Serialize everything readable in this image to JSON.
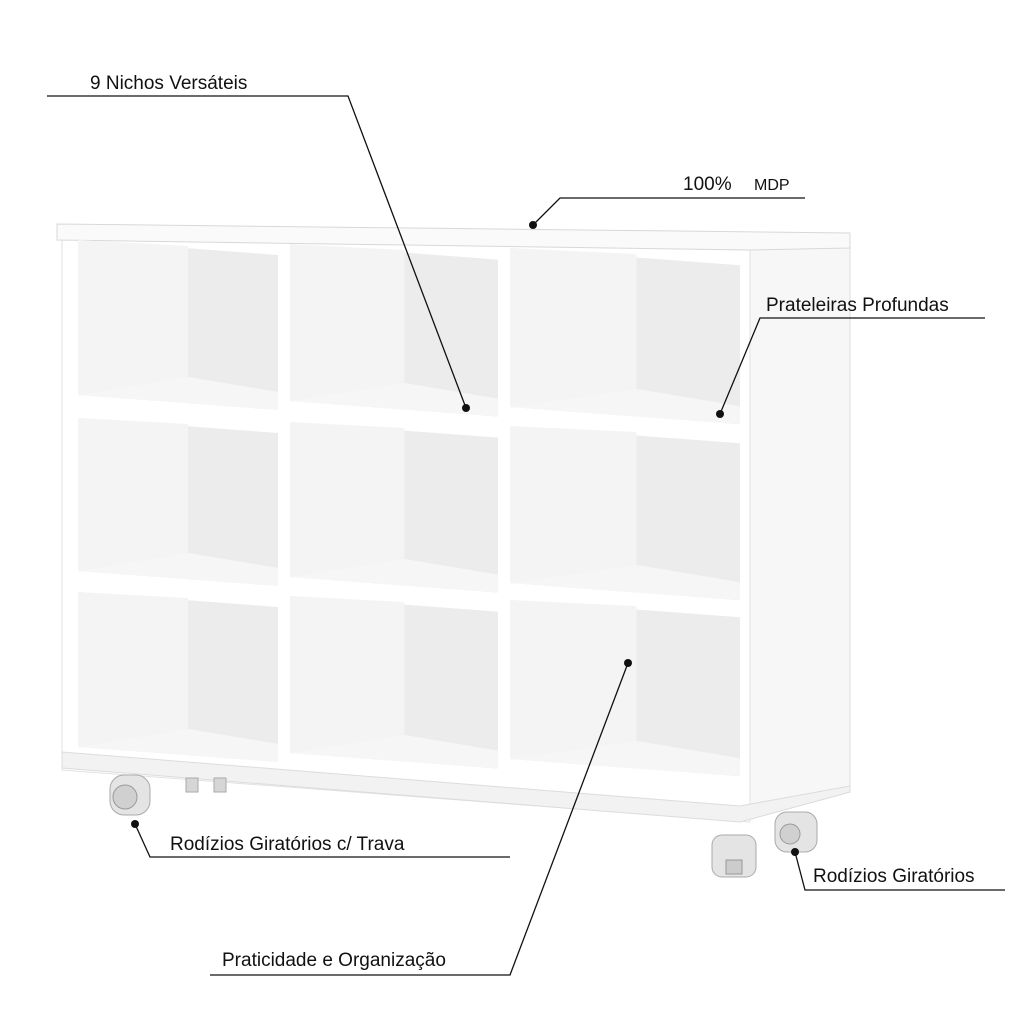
{
  "callouts": {
    "niches": "9 Nichos Versáteis",
    "material_percent": "100%",
    "material_name": "MDP",
    "shelves": "Prateleiras Profundas",
    "locking_casters": "Rodízios Giratórios c/ Trava",
    "casters": "Rodízios Giratórios",
    "organization": "Praticidade e Organização"
  },
  "colors": {
    "panel": "#ffffff",
    "interior": "#ececec",
    "side_wall": "#f4f4f4",
    "shadow": "#dcdcdc",
    "caster": "#d0d0d0",
    "line": "#111111"
  }
}
